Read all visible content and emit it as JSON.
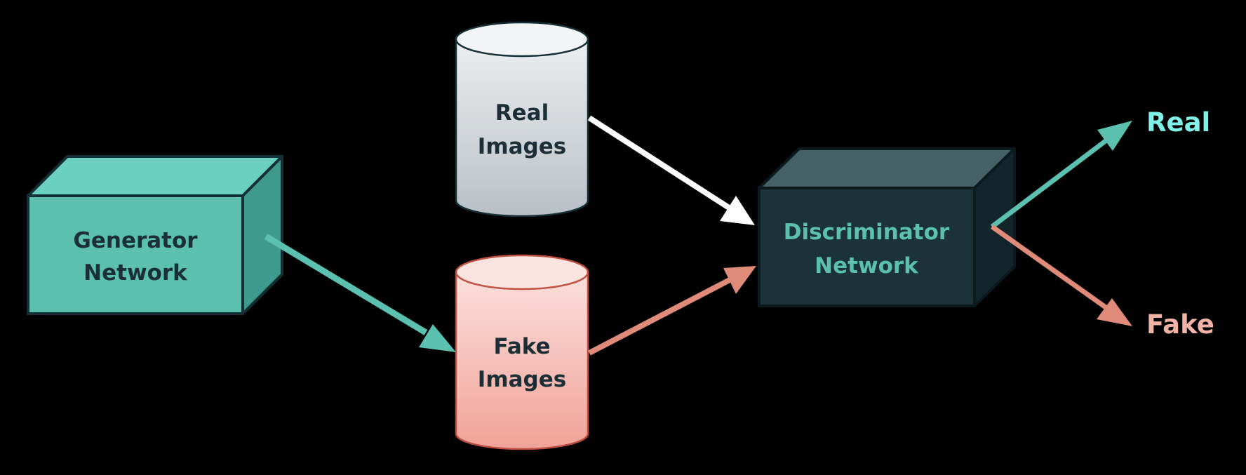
{
  "diagram": {
    "generator": {
      "line1": "Generator",
      "line2": "Network"
    },
    "real_images": {
      "line1": "Real",
      "line2": "Images"
    },
    "fake_images": {
      "line1": "Fake",
      "line2": "Images"
    },
    "discriminator": {
      "line1": "Discriminator",
      "line2": "Network"
    },
    "outputs": {
      "real": "Real",
      "fake": "Fake"
    }
  },
  "colors": {
    "background": "#000000",
    "teal": "#5bc0b0",
    "teal_light": "#6bd0c2",
    "teal_dark": "#3f9a8e",
    "dark_node": "#1b323a",
    "dark_node_top": "#466068",
    "dark_node_side": "#11252b",
    "gray_cylinder": "#d6d9dc",
    "pink_cylinder": "#f4b6ae",
    "salmon": "#e08a7a",
    "white_arrow": "#ffffff",
    "real_output_text": "#7ff1e6",
    "fake_output_text": "#f2b2a6",
    "label_dark": "#1d2f36",
    "label_teal": "#5bc0b0"
  }
}
